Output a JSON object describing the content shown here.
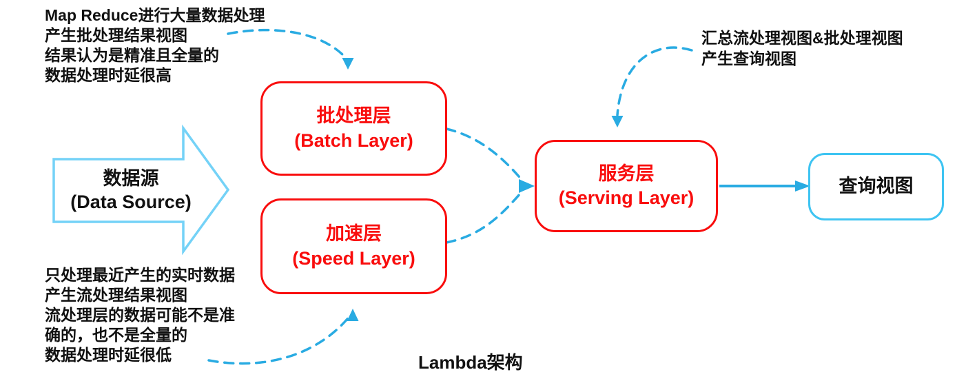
{
  "colors": {
    "layer_red": "#F90D0D",
    "edge_blue": "#29ABE2",
    "source_arrow_blue": "#74D2F7",
    "query_border_blue": "#3EC4F2",
    "note_black": "#111111"
  },
  "caption": "Lambda架构",
  "nodes": {
    "data_source": {
      "title": "数据源",
      "subtitle": "(Data Source)"
    },
    "batch_layer": {
      "title": "批处理层",
      "subtitle": "(Batch Layer)"
    },
    "speed_layer": {
      "title": "加速层",
      "subtitle": "(Speed Layer)"
    },
    "serving_layer": {
      "title": "服务层",
      "subtitle": "(Serving Layer)"
    },
    "query_view": {
      "title": "查询视图"
    }
  },
  "annotations": {
    "batch_note": {
      "lines": [
        "Map Reduce进行大量数据处理",
        "产生批处理结果视图",
        "结果认为是精准且全量的",
        "数据处理时延很高"
      ]
    },
    "speed_note": {
      "lines": [
        "只处理最近产生的实时数据",
        "产生流处理结果视图",
        "流处理层的数据可能不是准",
        "确的，也不是全量的",
        "数据处理时延很低"
      ]
    },
    "serving_note": {
      "lines": [
        "汇总流处理视图&批处理视图",
        "产生查询视图"
      ]
    }
  },
  "edges": [
    {
      "from": "data_source",
      "to": "batch_layer,speed_layer",
      "style": "block-arrow"
    },
    {
      "from": "batch_layer",
      "to": "serving_layer",
      "style": "dashed"
    },
    {
      "from": "speed_layer",
      "to": "serving_layer",
      "style": "dashed"
    },
    {
      "from": "serving_layer",
      "to": "query_view",
      "style": "solid"
    },
    {
      "from": "batch_note",
      "to": "batch_layer",
      "style": "dashed"
    },
    {
      "from": "speed_note",
      "to": "speed_layer",
      "style": "dashed"
    },
    {
      "from": "serving_note",
      "to": "serving_layer",
      "style": "dashed"
    }
  ]
}
